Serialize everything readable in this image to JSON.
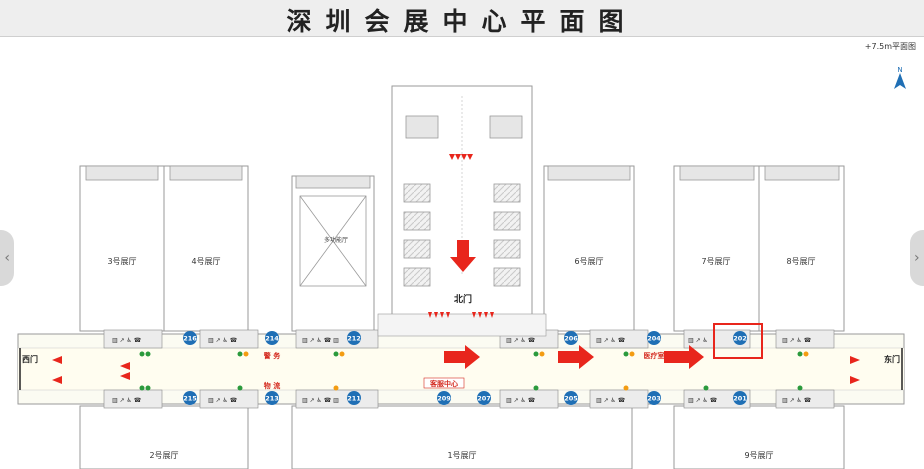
{
  "title": "深圳会展中心平面图",
  "floor": "+7.5m平面图",
  "compass_label": "N",
  "gates": {
    "north": "北门",
    "west": "西门",
    "east": "东门"
  },
  "halls": {
    "h1": "1号展厅",
    "h2": "2号展厅",
    "h3": "3号展厅",
    "h4": "4号展厅",
    "h6": "6号展厅",
    "h7": "7号展厅",
    "h8": "8号展厅",
    "h9": "9号展厅"
  },
  "multi_hall": "多功能厅",
  "rooms_top": [
    "216",
    "214",
    "212",
    "206",
    "204",
    "202"
  ],
  "rooms_bottom": [
    "215",
    "213",
    "211",
    "209",
    "207",
    "205",
    "203",
    "201"
  ],
  "service_labels": {
    "police": "警  务",
    "logistics": "物  流",
    "visitor_center": "客服中心",
    "clinic": "医疗室"
  },
  "colors": {
    "room_badge": "#1f6fb5",
    "arrow": "#e8261c",
    "highlight": "#e8261c",
    "hall_line": "#9a9a9a",
    "service_red": "#d42a1f"
  },
  "icons": [
    "compass-icon",
    "arrow-right-icon",
    "arrow-down-icon",
    "elevator-icon",
    "restroom-icon",
    "phone-icon"
  ],
  "nav": {
    "left": "‹",
    "right": "›"
  }
}
